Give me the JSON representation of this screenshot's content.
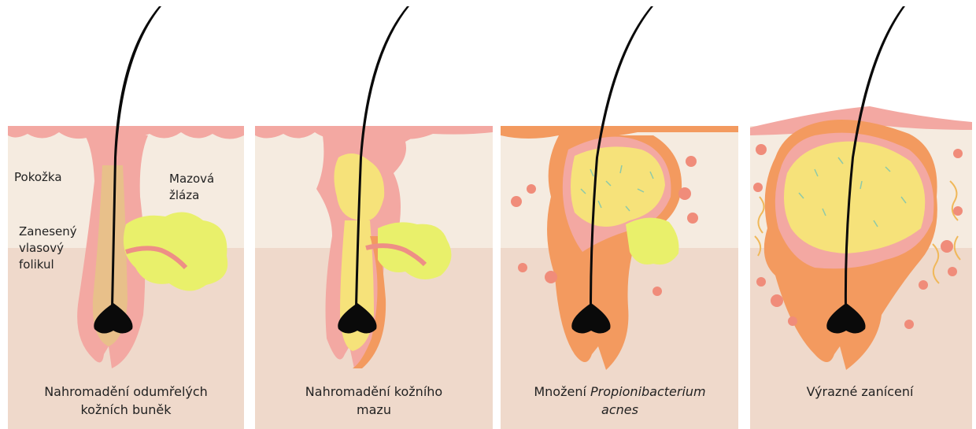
{
  "labels": {
    "epidermis": "Pokožka",
    "sebaceous_gland": [
      "Mazová",
      "žláza"
    ],
    "clogged_follicle": [
      "Zanesený",
      "vlasový",
      "folikul"
    ]
  },
  "captions": {
    "stage1": [
      "Nahromadění odumřelých",
      "kožních buněk"
    ],
    "stage2": [
      "Nahromadění kožního",
      "mazu"
    ],
    "stage3": {
      "prefix": "Množení ",
      "italic1": "Propionibacterium",
      "italic2": "acnes"
    },
    "stage4": "Výrazné zanícení"
  },
  "colors": {
    "epidermis_layer": "#f5ebe0",
    "dermis_layer": "#efd9cb",
    "follicle_pink": "#f3a8a2",
    "follicle_dark": "#ee8f86",
    "sebum_yellow": "#f6e27a",
    "gland_yellow": "#e9f06b",
    "inflamed_orange": "#f39a5f",
    "hair": "#0a0a0a",
    "bacteria_dot": "#f08c7a",
    "text": "#222222"
  }
}
